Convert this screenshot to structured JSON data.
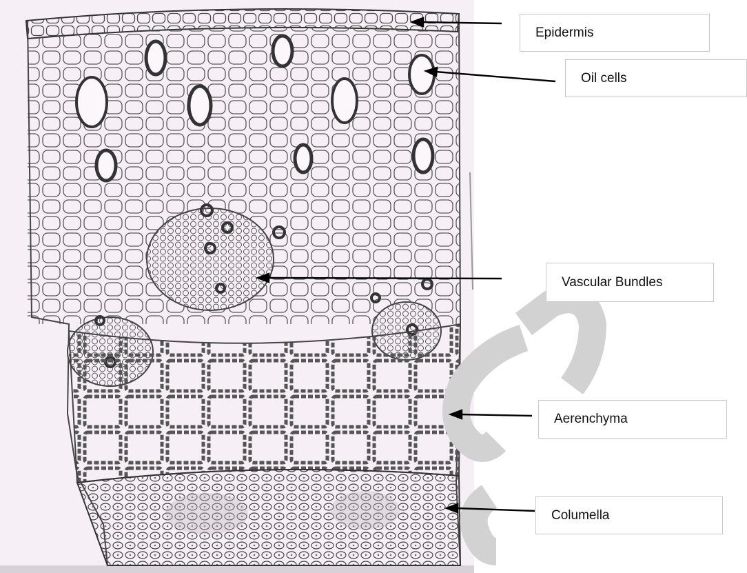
{
  "diagram": {
    "labels": [
      {
        "id": "epidermis",
        "text": "Epidermis"
      },
      {
        "id": "oil-cells",
        "text": "Oil cells"
      },
      {
        "id": "vascular-bundles",
        "text": "Vascular Bundles"
      },
      {
        "id": "aerenchyma",
        "text": "Aerenchyma"
      },
      {
        "id": "columella",
        "text": "Columella"
      }
    ]
  },
  "watermark": {
    "color": "#cfcfcf"
  },
  "colors": {
    "background": "#ffffff",
    "paper": "#f7f2f7",
    "ink": "#3a3a3a",
    "arrow": "#000000"
  }
}
